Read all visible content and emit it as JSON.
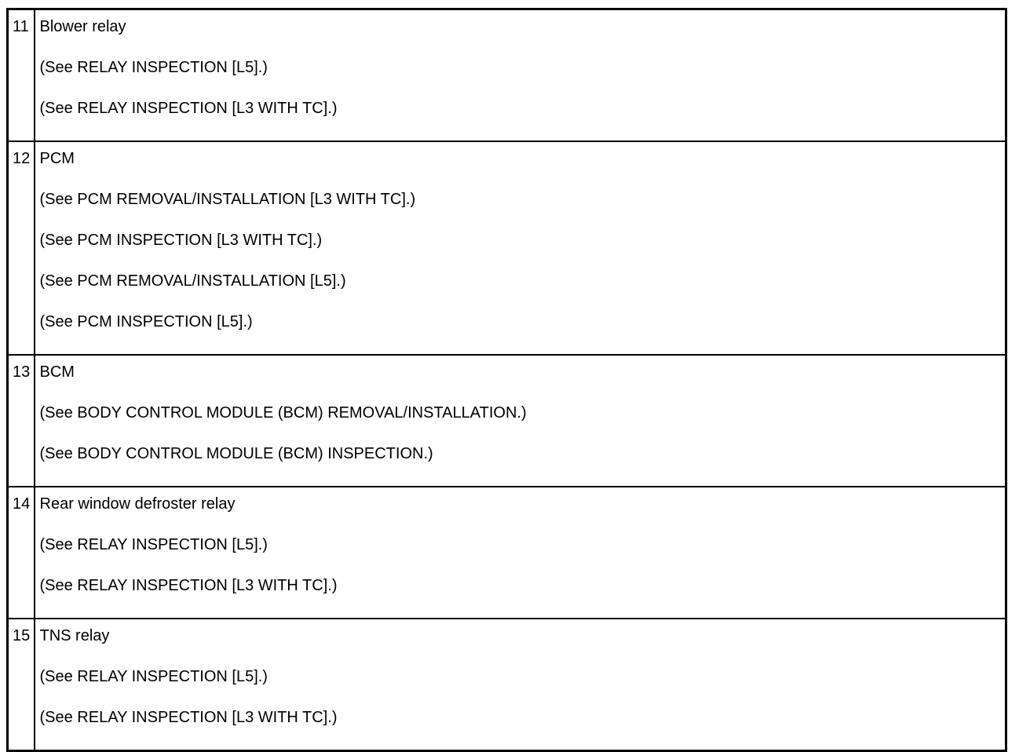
{
  "table": {
    "description": "Electrical component location index table, items 11-15",
    "rows": [
      {
        "num": "11",
        "lines": [
          "Blower relay",
          "(See RELAY INSPECTION [L5].)",
          "(See RELAY INSPECTION [L3 WITH TC].)"
        ]
      },
      {
        "num": "12",
        "lines": [
          "PCM",
          "(See PCM REMOVAL/INSTALLATION [L3 WITH TC].)",
          "(See PCM INSPECTION [L3 WITH TC].)",
          "(See PCM REMOVAL/INSTALLATION [L5].)",
          "(See PCM INSPECTION [L5].)"
        ]
      },
      {
        "num": "13",
        "lines": [
          "BCM",
          "(See BODY CONTROL MODULE (BCM) REMOVAL/INSTALLATION.)",
          "(See BODY CONTROL MODULE (BCM) INSPECTION.)"
        ]
      },
      {
        "num": "14",
        "lines": [
          "Rear window defroster relay",
          "(See RELAY INSPECTION [L5].)",
          "(See RELAY INSPECTION [L3 WITH TC].)"
        ]
      },
      {
        "num": "15",
        "lines": [
          "TNS relay",
          "(See RELAY INSPECTION [L5].)",
          "(See RELAY INSPECTION [L3 WITH TC].)"
        ]
      }
    ],
    "colors": {
      "border": "#000000",
      "text": "#000000",
      "background": "#ffffff"
    }
  }
}
